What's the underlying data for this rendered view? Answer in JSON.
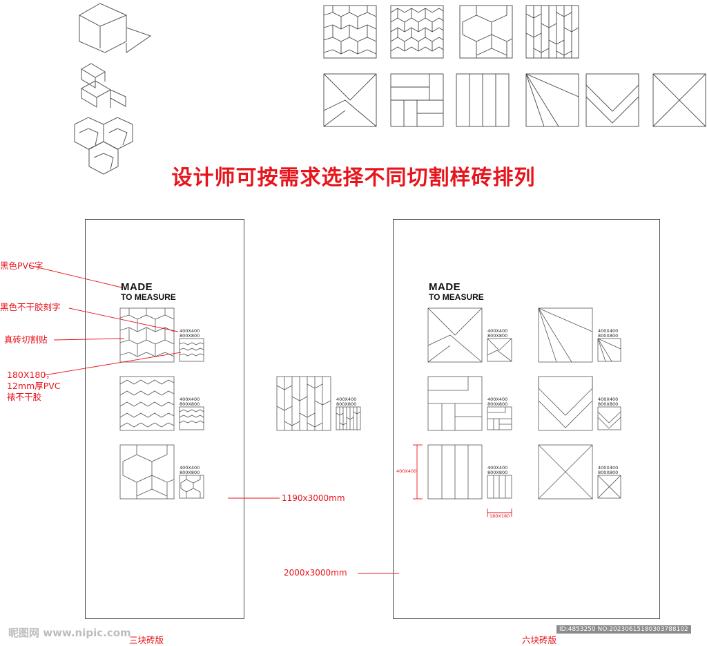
{
  "title": "设计师可按需求选择不同切割样砖排列",
  "callouts": [
    "黑色PVC字",
    "黑色不干胶刻字",
    "真砖切割贴",
    "180X180，",
    "12mm厚PVC",
    "裱不干胶"
  ],
  "board_heading": {
    "line1": "MADE",
    "line2": "TO MEASURE"
  },
  "tile_sizes": {
    "line1": "400X400",
    "line2": "800X800"
  },
  "dimensions": {
    "board_small": "1190x3000mm",
    "board_large": "2000x3000mm",
    "tile_height": "400X400",
    "tile_small": "180X180"
  },
  "captions": {
    "three": "三块砖版",
    "six": "六块砖版"
  },
  "watermark": {
    "site": "昵图网 www.nipic.com",
    "id": "ID:4853250 NO:20230615180303788102"
  },
  "colors": {
    "accent": "#e8141c",
    "line": "#4a4a4a"
  }
}
